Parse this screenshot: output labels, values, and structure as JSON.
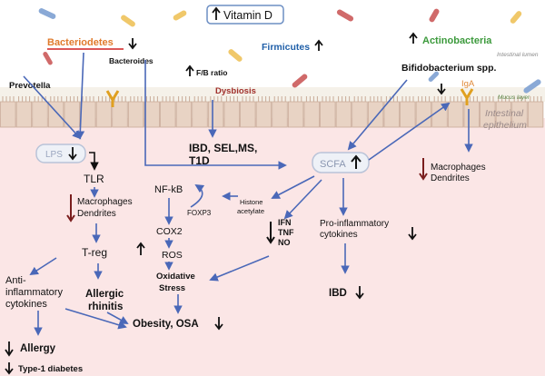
{
  "top": {
    "vitamin_d": "Vitamin D",
    "bacteriodetes": "Bacteriodetes",
    "firmicutes": "Firmicutes",
    "actinobacteria": "Actinobacteria",
    "bacteroides": "Bacteroides",
    "fb_ratio": "F/B ratio",
    "dysbiosis": "Dysbiosis",
    "bifidobacterium": "Bifidobacterium spp.",
    "prevotella": "Prevotella",
    "intestinal_lumen": "Intestinal lumen",
    "mucus_layer": "Mucus layer",
    "iga": "IgA",
    "intestinal_epithelium_1": "Intestinal",
    "intestinal_epithelium_2": "epithelium"
  },
  "mid": {
    "lps": "LPS",
    "ibd_sel_ms_1": "IBD, SEL,MS,",
    "ibd_sel_ms_2": "T1D",
    "scfa": "SCFA",
    "macro_right_1": "Macrophages",
    "macro_right_2": "Dendrites",
    "tlr": "TLR",
    "macro_left_1": "Macrophages",
    "macro_left_2": "Dendrites",
    "nfkb": "NF-kB",
    "foxp3": "FOXP3",
    "histone_1": "Histone",
    "histone_2": "acetylate",
    "cox2": "COX2",
    "ros": "ROS",
    "ifn": "IFN",
    "tnf": "TNF",
    "no": "NO",
    "proinfl_1": "Pro-inflammatory",
    "proinfl_2": "cytokines",
    "treg": "T-reg"
  },
  "bottom": {
    "anti_1": "Anti-",
    "anti_2": "inflammatory",
    "anti_3": "cytokines",
    "oxidative_1": "Oxidative",
    "oxidative_2": "Stress",
    "allergic_1": "Allergic",
    "allergic_2": "rhinitis",
    "ibd": "IBD",
    "obesity": "Obesity, OSA",
    "allergy": "Allergy",
    "type1": "Type-1 diabetes"
  },
  "colors": {
    "arrow_blue": "#4a68b8",
    "down_red": "#7a1d1d",
    "bacteriodetes_orange": "#e07b2c",
    "firmicutes_blue": "#1f5fa8",
    "actinobacteria_green": "#3c9a3c",
    "dysbiosis_red": "#a0302c",
    "tissue_pink": "#fbe7e7"
  }
}
